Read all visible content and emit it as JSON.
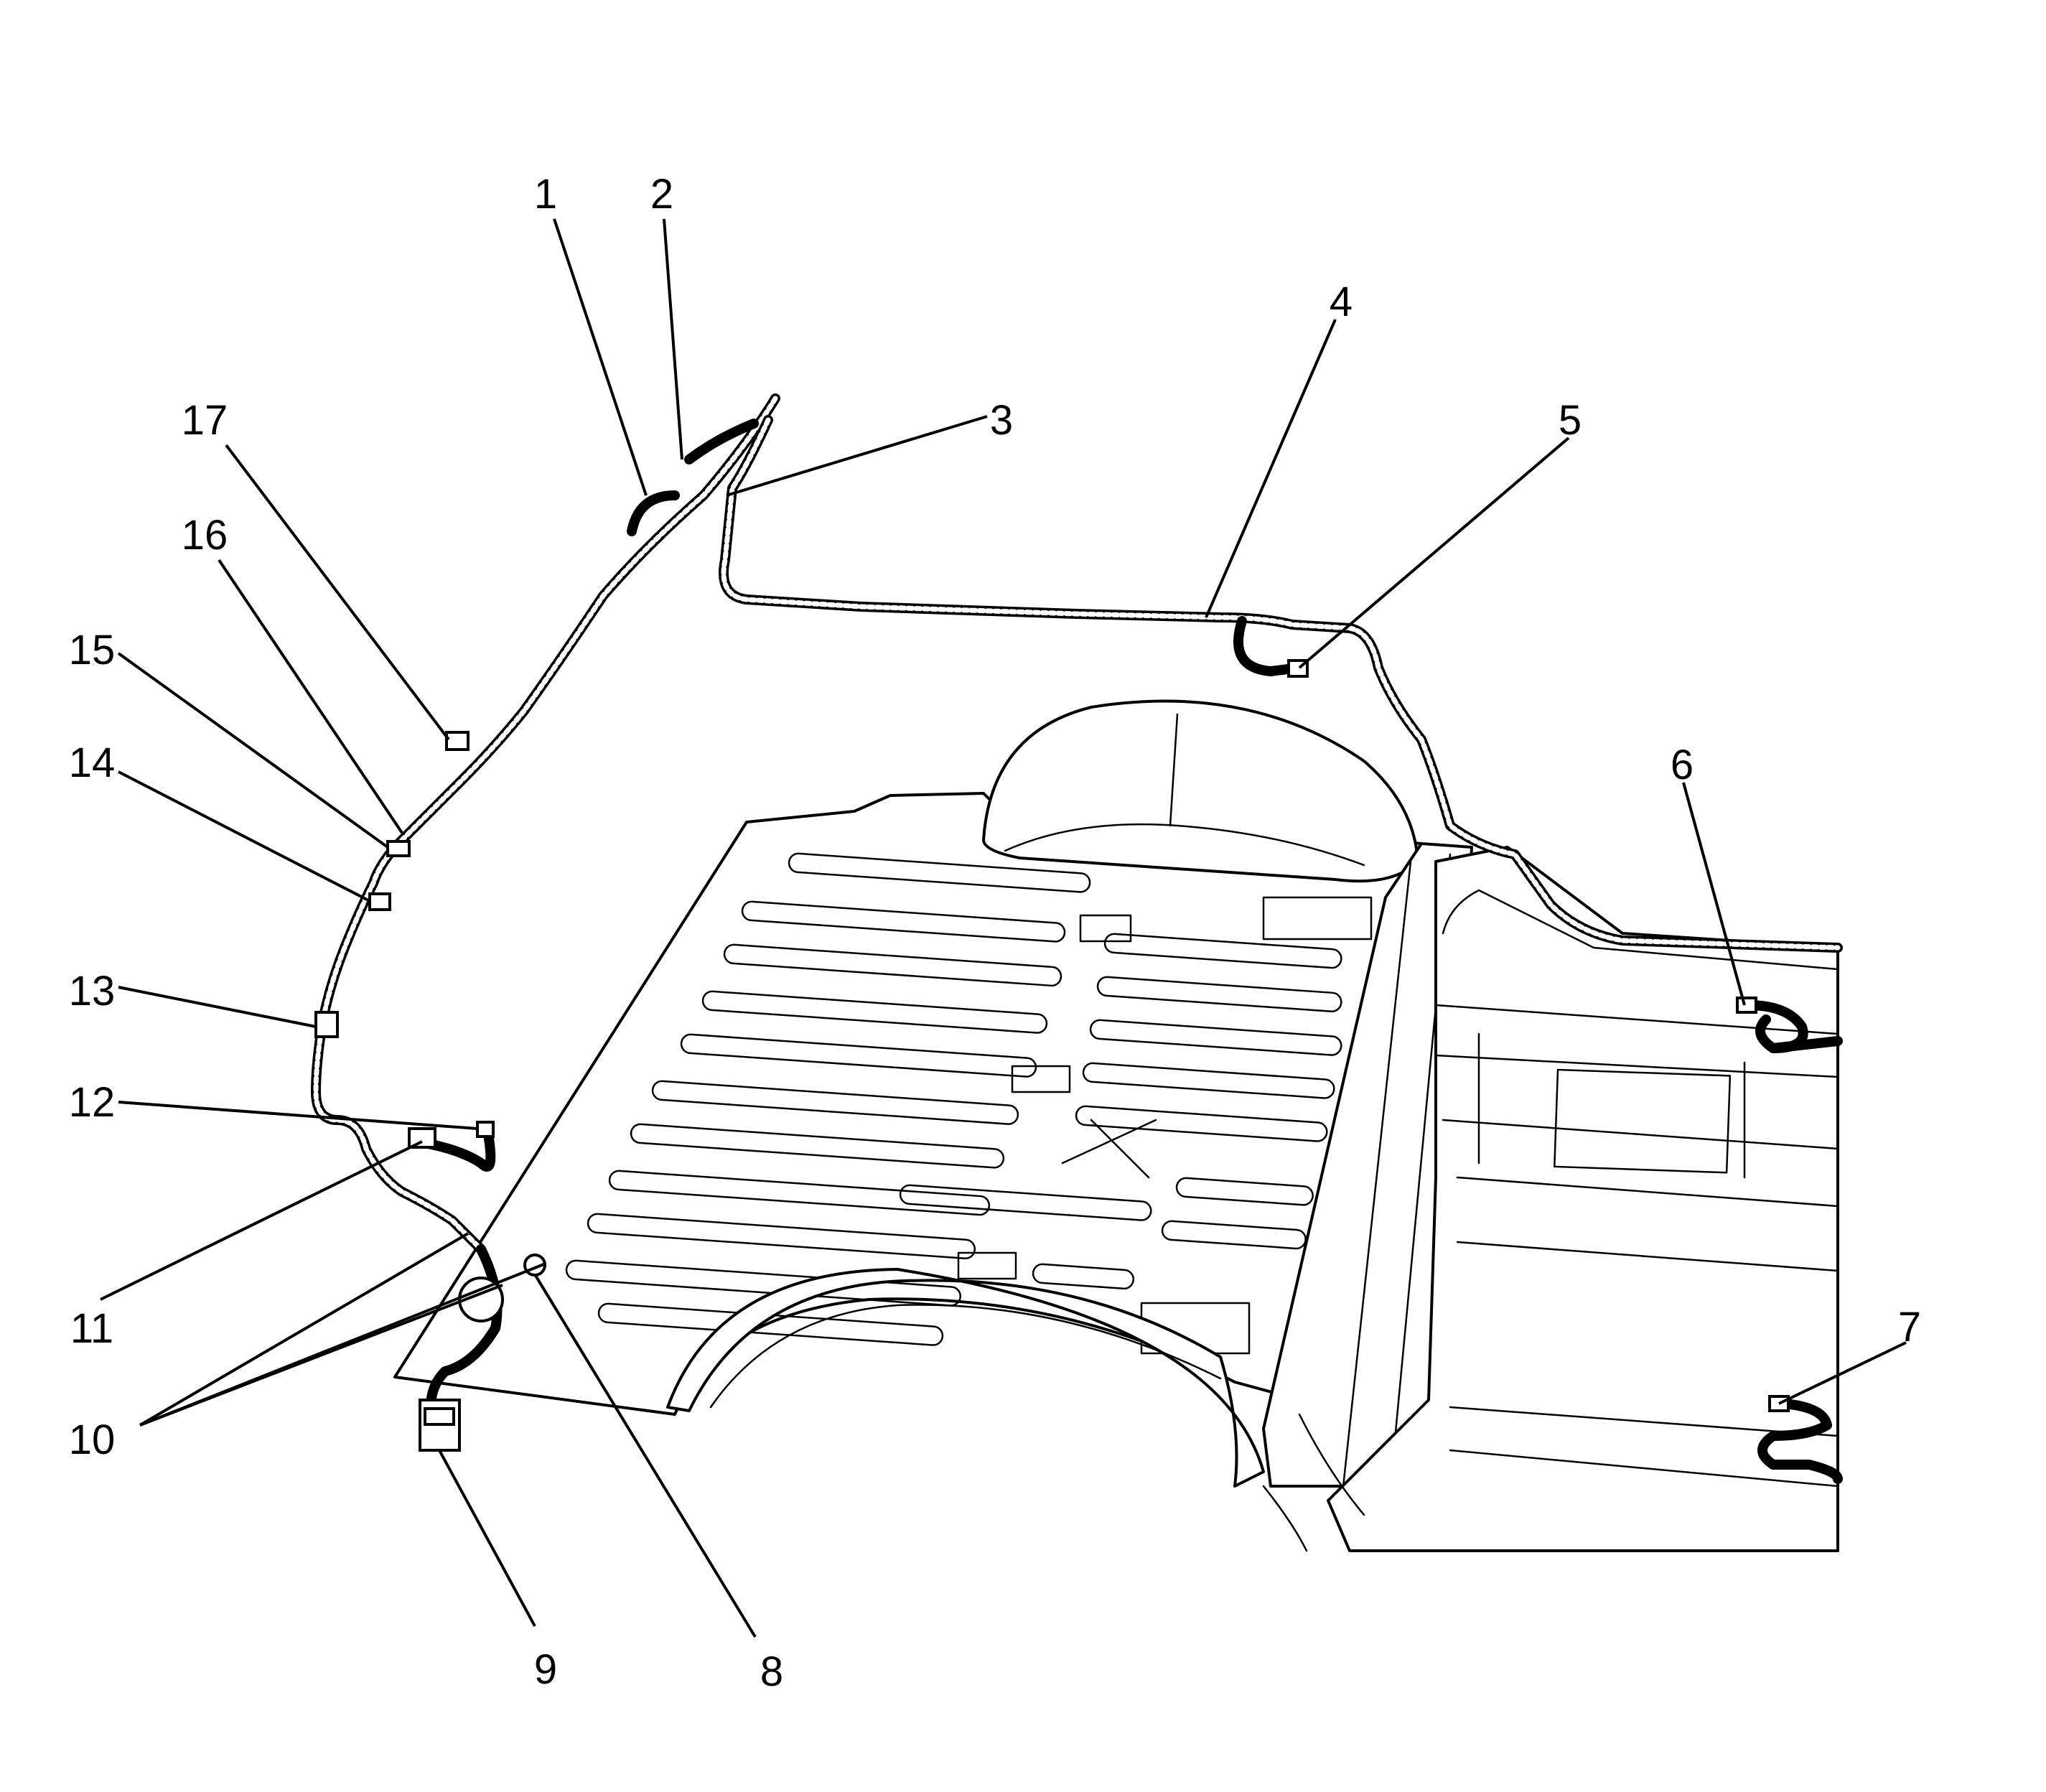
{
  "callouts": [
    {
      "label": "1"
    },
    {
      "label": "2"
    },
    {
      "label": "3"
    },
    {
      "label": "4"
    },
    {
      "label": "5"
    },
    {
      "label": "6"
    },
    {
      "label": "7"
    },
    {
      "label": "8"
    },
    {
      "label": "9"
    },
    {
      "label": "10"
    },
    {
      "label": "11"
    },
    {
      "label": "12"
    },
    {
      "label": "13"
    },
    {
      "label": "14"
    },
    {
      "label": "15"
    },
    {
      "label": "16"
    },
    {
      "label": "17"
    }
  ],
  "colors": {
    "line": "#000000",
    "background": "#ffffff"
  }
}
